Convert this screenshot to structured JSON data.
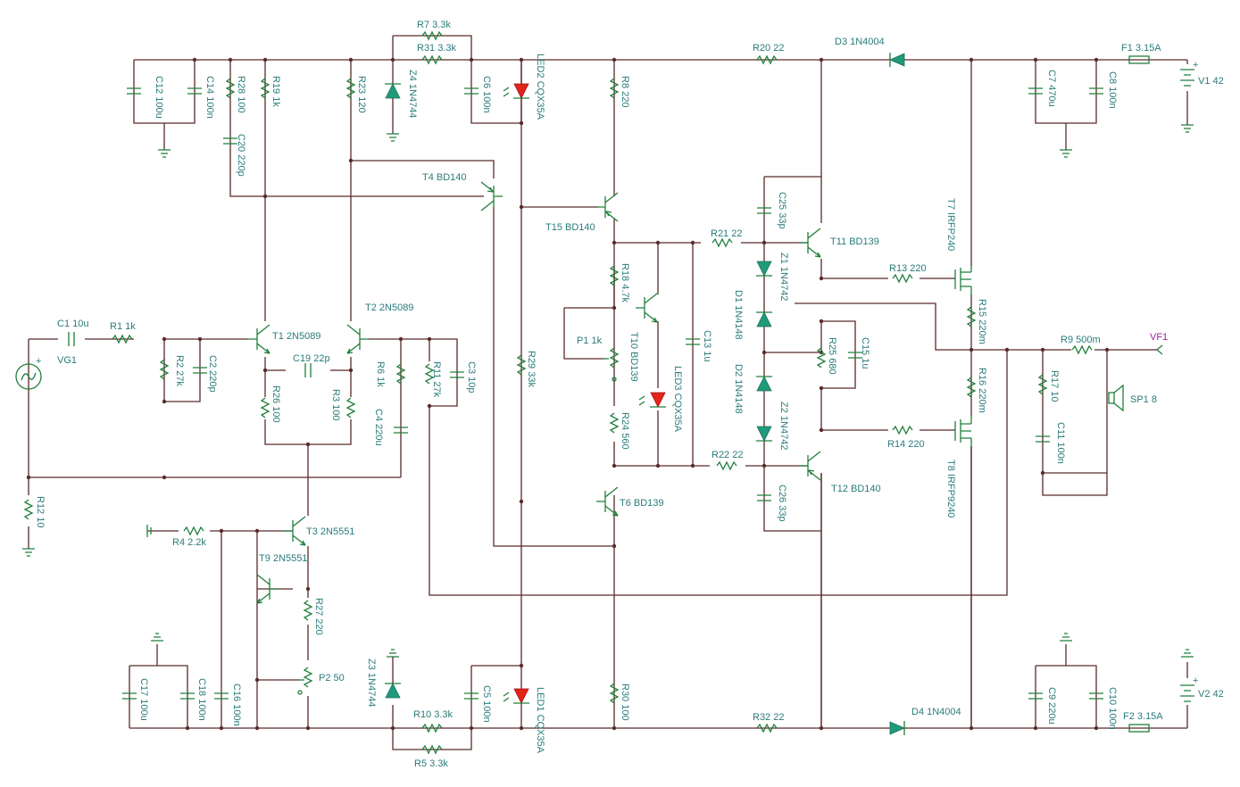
{
  "labels": {
    "r7": "R7 3.3k",
    "r31": "R31 3.3k",
    "r20": "R20 22",
    "d3": "D3 1N4004",
    "f1": "F1 3.15A",
    "v1": "V1 42",
    "c12": "C12 100u",
    "c14": "C14 100n",
    "r28": "R28 100",
    "r19": "R19 1k",
    "r23": "R23 120",
    "z4": "Z4 1N4744",
    "c6": "C6 100n",
    "led2": "LED2 CQX35A",
    "r8": "R8 220",
    "c7": "C7 470u",
    "c8": "C8 100n",
    "c20": "C20 220p",
    "t4": "T4 BD140",
    "t15": "T15 BD140",
    "c25": "C25 33p",
    "t11": "T11 BD139",
    "t7": "T7 IRFP240",
    "r21": "R21 22",
    "r18": "R18 4.7k",
    "z1": "Z1 1N4742",
    "r13": "R13 220",
    "d1": "D1 1N4148",
    "r15": "R15 220m",
    "c1": "C1 10u",
    "r1": "R1 1k",
    "t1": "T1 2N5089",
    "t2": "T2 2N5089",
    "vg1": "VG1",
    "r2": "R2 27k",
    "c2": "C2 220p",
    "c19": "C19 22p",
    "r6": "R6 1k",
    "r11": "R11 27k",
    "c3": "C3 10p",
    "r29": "R29 33k",
    "p1": "P1 1k",
    "t10": "T10 BD139",
    "c13": "C13 1u",
    "r25": "R25 680",
    "c15": "C15 1u",
    "r9": "R9 500m",
    "vf1": "VF1",
    "r26": "R26 100",
    "r3": "R3 100",
    "c4": "C4 220u",
    "led3": "LED3 CQX35A",
    "d2": "D2 1N4148",
    "z2": "Z2 1N4742",
    "r16": "R16 220m",
    "r17": "R17 10",
    "sp1": "SP1 8",
    "r24": "R24 560",
    "r22": "R22 22",
    "r14": "R14 220",
    "c11": "C11 100n",
    "t12": "T12 BD140",
    "t8": "T8 IRFP9240",
    "r12": "R12 10",
    "t6": "T6 BD139",
    "c26": "C26 33p",
    "r4": "R4 2.2k",
    "t3": "T3 2N5551",
    "t9": "T9 2N5551",
    "r27": "R27 220",
    "z3": "Z3 1N4744",
    "p2": "P2 50",
    "c17": "C17 100u",
    "c18": "C18 100n",
    "c16": "C16 100n",
    "c5": "C5 100n",
    "led1": "LED1 CQX35A",
    "r30": "R30 100",
    "r10": "R10 3.3k",
    "r5": "R5 3.3k",
    "r32": "R32 22",
    "d4": "D4 1N4004",
    "c9": "C9 220u",
    "c10": "C10 100n",
    "f2": "F2 3.15A",
    "v2": "V2 42"
  }
}
